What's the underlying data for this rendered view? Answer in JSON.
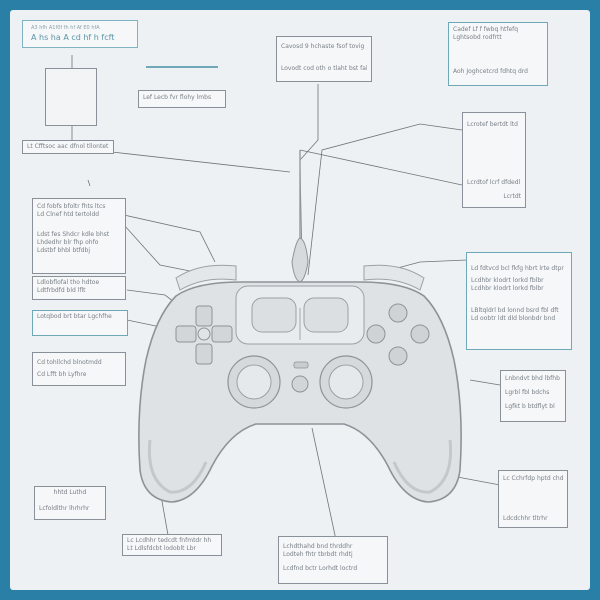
{
  "title": {
    "line1": "A3 hfh A1f0f fh hf Af E0 hfA",
    "line2": "A hs ha A cd hf h fcft"
  },
  "labels": {
    "top_center": [
      "Cavosd 9 hchaste fsof tovig",
      "Lovodt cod oth o tlaht bst fahah"
    ],
    "top_right": [
      "Cadef Lf f fwbq htfefq",
      "Lghtsobd rodfrtt",
      "Aoh Joghcetcrd fdhtq drd"
    ],
    "badge_left": "Lef Lecb fvr flohy lmbs",
    "long_left": "Lt Cfftsoc aac dfnol tllontet",
    "right_upper": [
      "Lcrotef bertdt ltd",
      "",
      "Lcrdtof lcrf dfdedl"
    ],
    "right_upper_small": "Lcrtdt",
    "left_stack_a": [
      "Cd fobfs bfoltr fhts ltcs",
      "Ld Clnef htd tertoldd"
    ],
    "left_stack_b": [
      "Ldst fes Shdcr kdle bhst",
      "Lhdedhr blr fhp ohfo"
    ],
    "left_stack_c": [
      "Lotqbod brt btar Lgchfhe",
      "Ldstbf bhbl btfdbj"
    ],
    "left_mid": [
      "Ldlobflofal tho hdtoe",
      "Ldtfrbdfd bld lflt"
    ],
    "left_lower": [
      "Cd tohllchd blnotmdd",
      "Cd Lfft bh Lyfhre"
    ],
    "right_mid": [
      "Ld fdtvcd bcl fkfg hbrt lrte dtpr",
      "Lcdhbr klodrt lorkd fblbr",
      "LBltqldrl bd lonnd bsrd fbl dft",
      "Ld oobtr ldt dld blonbdr bnd"
    ],
    "right_side": [
      "Lnbndvt bhd lbfhb",
      "Lgrbl fbl bdchs",
      "Lgfkt b btdflyt bl"
    ],
    "bottom_left": [
      "hhtd Luthd",
      "Lcfoldlthr lhrhrhr"
    ],
    "bottom_center": [
      "Lc Lcdhhr tedcdt fnfmtdr hh",
      "Lt Ldlsfdcbt lodoblt Lbr"
    ],
    "bottom_center2": [
      "Lchdthahd bnd thrddhr",
      "Lodteh fhtr tbrbdt rhdtj",
      "Lcdfnd bctr Lorhdt loctrd"
    ],
    "bottom_right": [
      "Lc Cchrfdp hptd chd",
      "Ldcdchhr tltrhr"
    ]
  },
  "colors": {
    "frame_border": "#2a7fa6",
    "background": "#eef1f3",
    "controller_fill": "#dde0e3",
    "controller_stroke": "#9aa0a6",
    "box_border": "#8a9097",
    "accent_teal": "#6fa8b8",
    "text": "#7a8088"
  }
}
